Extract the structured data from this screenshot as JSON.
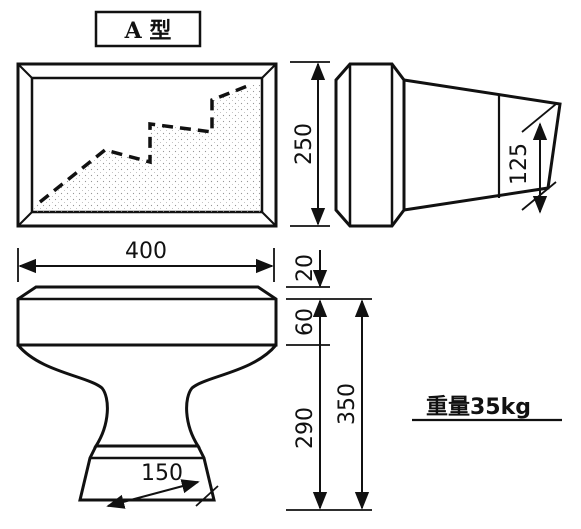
{
  "title": "A 型",
  "dimensions": {
    "width": "400",
    "height": "250",
    "depth": "125",
    "top_lip": "20",
    "collar": "60",
    "body": "290",
    "total": "350",
    "base": "150"
  },
  "weight_label": "重量35kg",
  "colors": {
    "ink": "#111111",
    "paper": "#ffffff"
  }
}
